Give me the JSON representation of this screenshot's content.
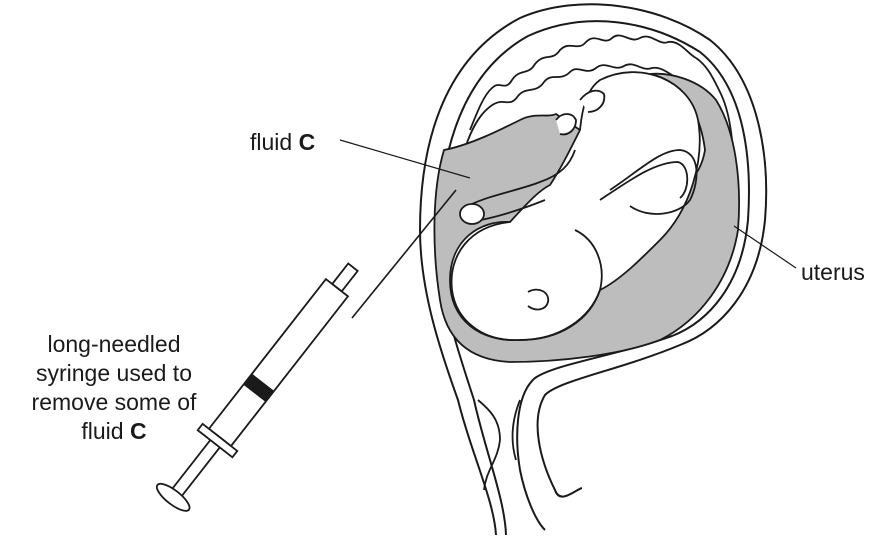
{
  "labels": {
    "fluid": {
      "text": "fluid",
      "letter": "C"
    },
    "uterus": "uterus",
    "syringe": {
      "line1": "long-needled",
      "line2": "syringe used to",
      "line3": "remove some of",
      "line4_text": "fluid",
      "line4_letter": "C"
    }
  },
  "colors": {
    "line": "#1a1a1a",
    "fluid_fill": "#bdbdbd",
    "background": "#ffffff"
  }
}
